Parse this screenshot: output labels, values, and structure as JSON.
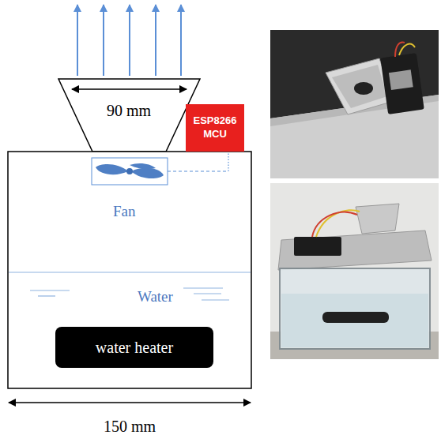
{
  "diagram": {
    "nodes": [
      {
        "text": [
          "ESP8266 MCU"
        ]
      },
      {
        "text": [
          "water heater"
        ]
      }
    ],
    "labels": [
      "90 mm",
      "Fan",
      "Water",
      "150 mm"
    ]
  }
}
